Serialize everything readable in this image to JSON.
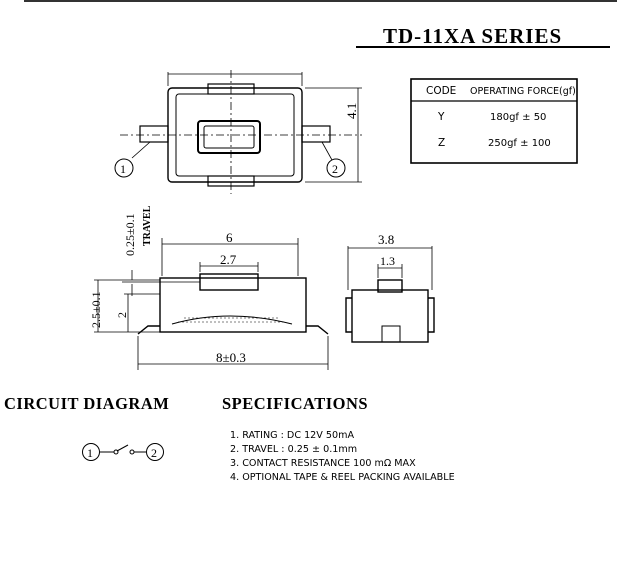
{
  "title": "TD-11XA  SERIES",
  "table": {
    "headers": [
      "CODE",
      "OPERATING FORCE(gf)"
    ],
    "rows": [
      {
        "code": "Y",
        "force": "180gf ± 50"
      },
      {
        "code": "Z",
        "force": "250gf ± 100"
      }
    ]
  },
  "dimensions": {
    "height_top": "4.1",
    "travel": "0.25±0.1",
    "travel_word": "TRAVEL",
    "width_body": "6",
    "width_button": "2.7",
    "height_total": "2.5±0.1",
    "height_body": "2",
    "length_total": "8±0.3",
    "side_width": "3.8",
    "side_button": "1.3"
  },
  "terminals": {
    "one": "1",
    "two": "2"
  },
  "circuit": {
    "heading": "CIRCUIT   DIAGRAM",
    "left": "1",
    "right": "2"
  },
  "specs": {
    "heading": "SPECIFICATIONS",
    "items": [
      "1. RATING : DC 12V 50mA",
      "2. TRAVEL : 0.25 ± 0.1mm",
      "3. CONTACT RESISTANCE 100 mΩ MAX",
      "4. OPTIONAL TAPE & REEL PACKING AVAILABLE"
    ]
  }
}
